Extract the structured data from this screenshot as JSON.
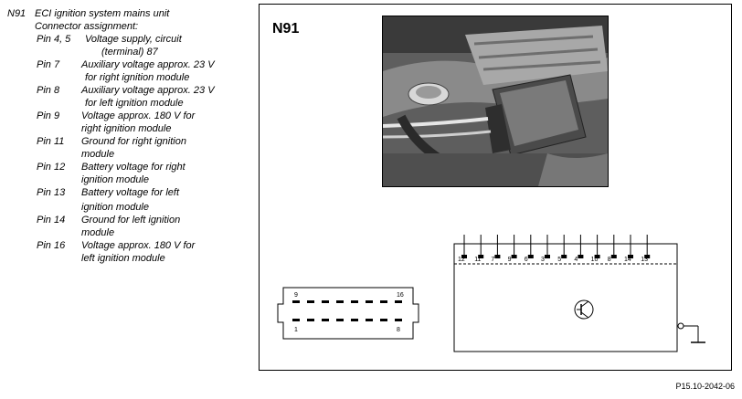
{
  "unit": {
    "code": "N91",
    "title": "ECI ignition system mains unit",
    "subtitle": "Connector assignment:"
  },
  "pins": [
    {
      "pin": "Pin  4, 5",
      "line1": "Voltage supply, circuit",
      "line2": "(terminal) 87"
    },
    {
      "pin": "Pin 7",
      "line1": "Auxiliary voltage approx. 23 V",
      "line2": "for right ignition module"
    },
    {
      "pin": "Pin 8",
      "line1": "Auxiliary voltage approx. 23 V",
      "line2": "for left ignition module"
    },
    {
      "pin": "Pin 9",
      "line1": "Voltage approx. 180 V for",
      "line2": "right ignition module"
    },
    {
      "pin": "Pin 11",
      "line1": "Ground for right ignition",
      "line2": "module"
    },
    {
      "pin": "Pin 12",
      "line1": "Battery voltage for right",
      "line2": "ignition module"
    },
    {
      "pin": "Pin 13",
      "line1": "Battery voltage for left",
      "line2": "ignition module"
    },
    {
      "pin": "Pin 14",
      "line1": "Ground for left ignition",
      "line2": "module"
    },
    {
      "pin": "Pin 16",
      "line1": "Voltage approx. 180 V for",
      "line2": "left ignition module"
    }
  ],
  "figure": {
    "label": "N91",
    "connector": {
      "top_left": "9",
      "top_right": "16",
      "bottom_left": "1",
      "bottom_right": "8"
    },
    "module_pins": [
      "12",
      "11",
      "7",
      "9",
      "6",
      "3",
      "5",
      "4",
      "10",
      "8",
      "14",
      "13"
    ],
    "reference": "P15.10-2042-06"
  }
}
